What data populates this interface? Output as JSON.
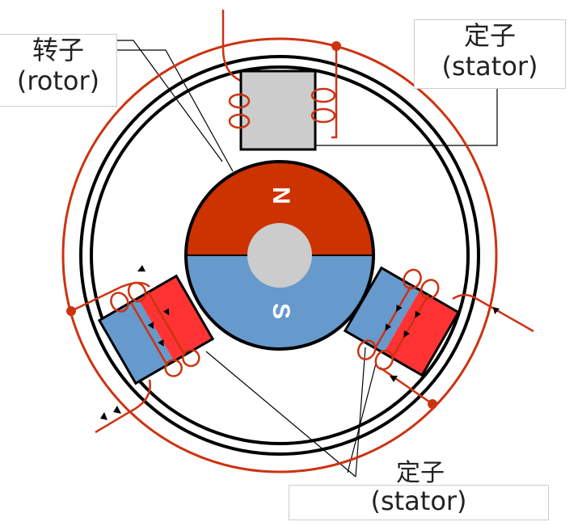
{
  "labels": {
    "rotor_cn": "转子",
    "rotor_en": "(rotor)",
    "stator_top_cn": "定子",
    "stator_top_en": "(stator)",
    "stator_bottom_cn": "定子",
    "stator_bottom_en": "(stator)",
    "pole_north": "N",
    "pole_south": "S"
  },
  "colors": {
    "north": "#cc3300",
    "south": "#6699cc",
    "wire": "#cc3311",
    "coil_red": "#ff3333",
    "gray": "#cccccc"
  }
}
